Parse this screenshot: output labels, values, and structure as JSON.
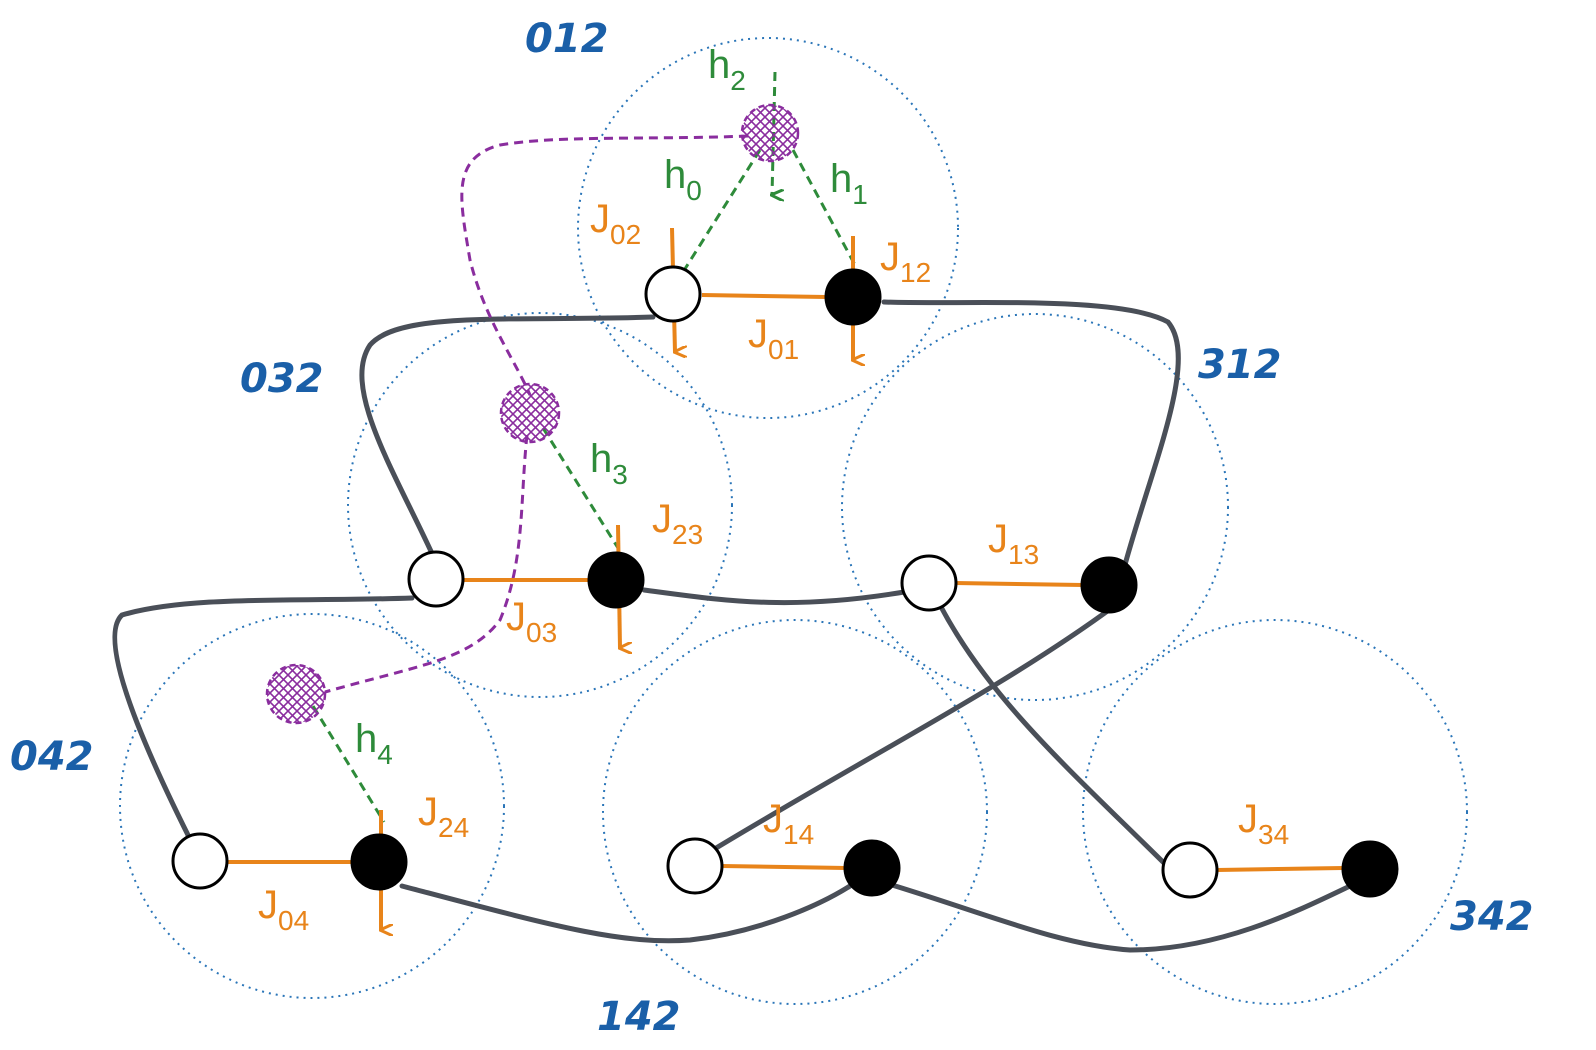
{
  "colors": {
    "label_blue": "#1a5fa8",
    "cluster_dotted": "#2a75b8",
    "orange": "#e8841a",
    "green": "#2e8b3a",
    "purple": "#8a2d9e",
    "wire": "#4a4f58",
    "node_fill_black": "#000000",
    "node_fill_white": "#ffffff"
  },
  "group_labels": {
    "g012": "012",
    "g032": "032",
    "g312": "312",
    "g042": "042",
    "g142": "142",
    "g342": "342"
  },
  "couplings": {
    "j01": {
      "main": "J",
      "sub": "01"
    },
    "j02": {
      "main": "J",
      "sub": "02"
    },
    "j12": {
      "main": "J",
      "sub": "12"
    },
    "j23": {
      "main": "J",
      "sub": "23"
    },
    "j03": {
      "main": "J",
      "sub": "03"
    },
    "j13": {
      "main": "J",
      "sub": "13"
    },
    "j24": {
      "main": "J",
      "sub": "24"
    },
    "j04": {
      "main": "J",
      "sub": "04"
    },
    "j14": {
      "main": "J",
      "sub": "14"
    },
    "j34": {
      "main": "J",
      "sub": "34"
    }
  },
  "fields": {
    "h0": {
      "main": "h",
      "sub": "0"
    },
    "h1": {
      "main": "h",
      "sub": "1"
    },
    "h2": {
      "main": "h",
      "sub": "2"
    },
    "h3": {
      "main": "h",
      "sub": "3"
    },
    "h4": {
      "main": "h",
      "sub": "4"
    }
  }
}
